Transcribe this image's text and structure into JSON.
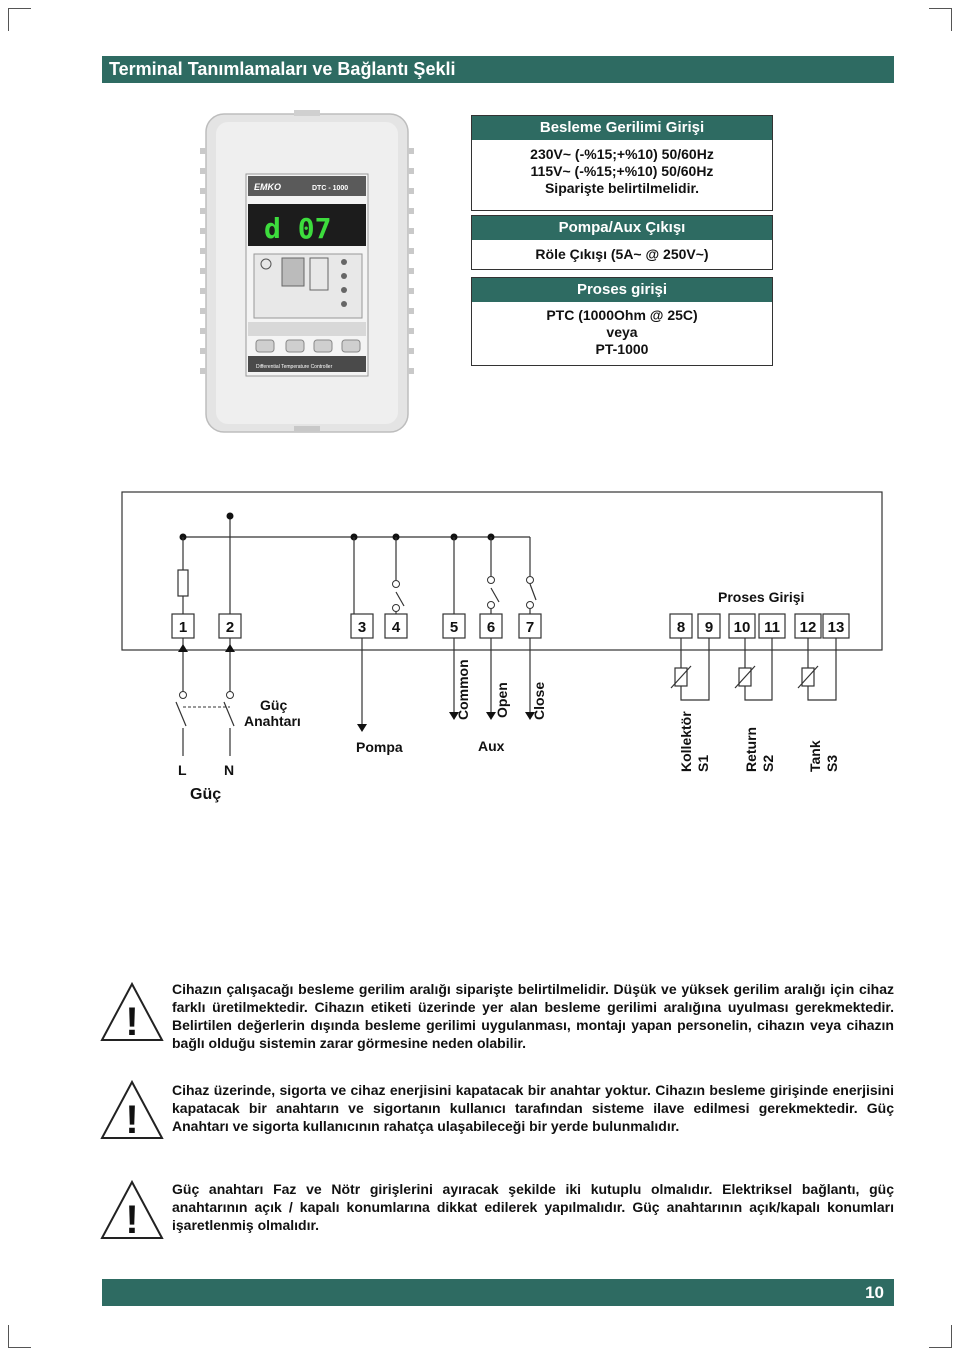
{
  "header": {
    "title": "Terminal Tanımlamaları ve Bağlantı Şekli"
  },
  "device": {
    "brand": "EMKO",
    "model": "DTC - 1000",
    "display": "d 07",
    "caption": "Differential Temperature Controller"
  },
  "spec_boxes": [
    {
      "title": "Besleme Gerilimi Girişi",
      "lines": [
        "230V~ (-%15;+%10) 50/60Hz",
        "115V~ (-%15;+%10) 50/60Hz",
        "Siparişte belirtilmelidir."
      ]
    },
    {
      "title": "Pompa/Aux Çıkışı",
      "lines": [
        "Röle Çıkışı (5A~ @ 250V~)"
      ]
    },
    {
      "title": "Proses girişi",
      "lines": [
        "PTC (1000Ohm @ 25C)",
        "veya",
        "PT-1000"
      ]
    }
  ],
  "diagram": {
    "terminals": [
      "1",
      "2",
      "3",
      "4",
      "5",
      "6",
      "7",
      "8",
      "9",
      "10",
      "11",
      "12",
      "13"
    ],
    "proses_label": "Proses Girişi",
    "power_switch_label_1": "Güç",
    "power_switch_label_2": "Anahtarı",
    "l_label": "L",
    "n_label": "N",
    "power_label": "Güç",
    "pump_label": "Pompa",
    "aux_label": "Aux",
    "common_label": "Common",
    "open_label": "Open",
    "close_label": "Close",
    "sensors": [
      {
        "name": "Kollektör",
        "code": "S1"
      },
      {
        "name": "Return",
        "code": "S2"
      },
      {
        "name": "Tank",
        "code": "S3"
      }
    ]
  },
  "warnings": [
    "Cihazın çalışacağı besleme gerilim aralığı siparişte belirtilmelidir. Düşük ve yüksek gerilim aralığı için cihaz farklı üretilmektedir. Cihazın etiketi üzerinde yer alan besleme gerilimi aralığına uyulması gerekmektedir. Belirtilen değerlerin dışında besleme gerilimi uygulanması, montajı yapan personelin, cihazın veya cihazın bağlı olduğu sistemin zarar görmesine neden olabilir.",
    "Cihaz üzerinde, sigorta ve cihaz enerjisini kapatacak bir anahtar yoktur. Cihazın besleme girişinde enerjisini kapatacak bir anahtarın ve sigortanın kullanıcı tarafından sisteme ilave edilmesi gerekmektedir. Güç Anahtarı ve sigorta kullanıcının rahatça ulaşabileceği bir yerde bulunmalıdır.",
    "Güç anahtarı Faz ve Nötr girişlerini ayıracak şekilde iki kutuplu olmalıdır. Elektriksel bağlantı, güç anahtarının açık / kapalı konumlarına dikkat edilerek yapılmalıdır. Güç anahtarının açık/kapalı konumları işaretlenmiş olmalıdır."
  ],
  "warning_symbol": "!",
  "footer": {
    "page_number": "10"
  },
  "colors": {
    "accent": "#2e6b62"
  }
}
